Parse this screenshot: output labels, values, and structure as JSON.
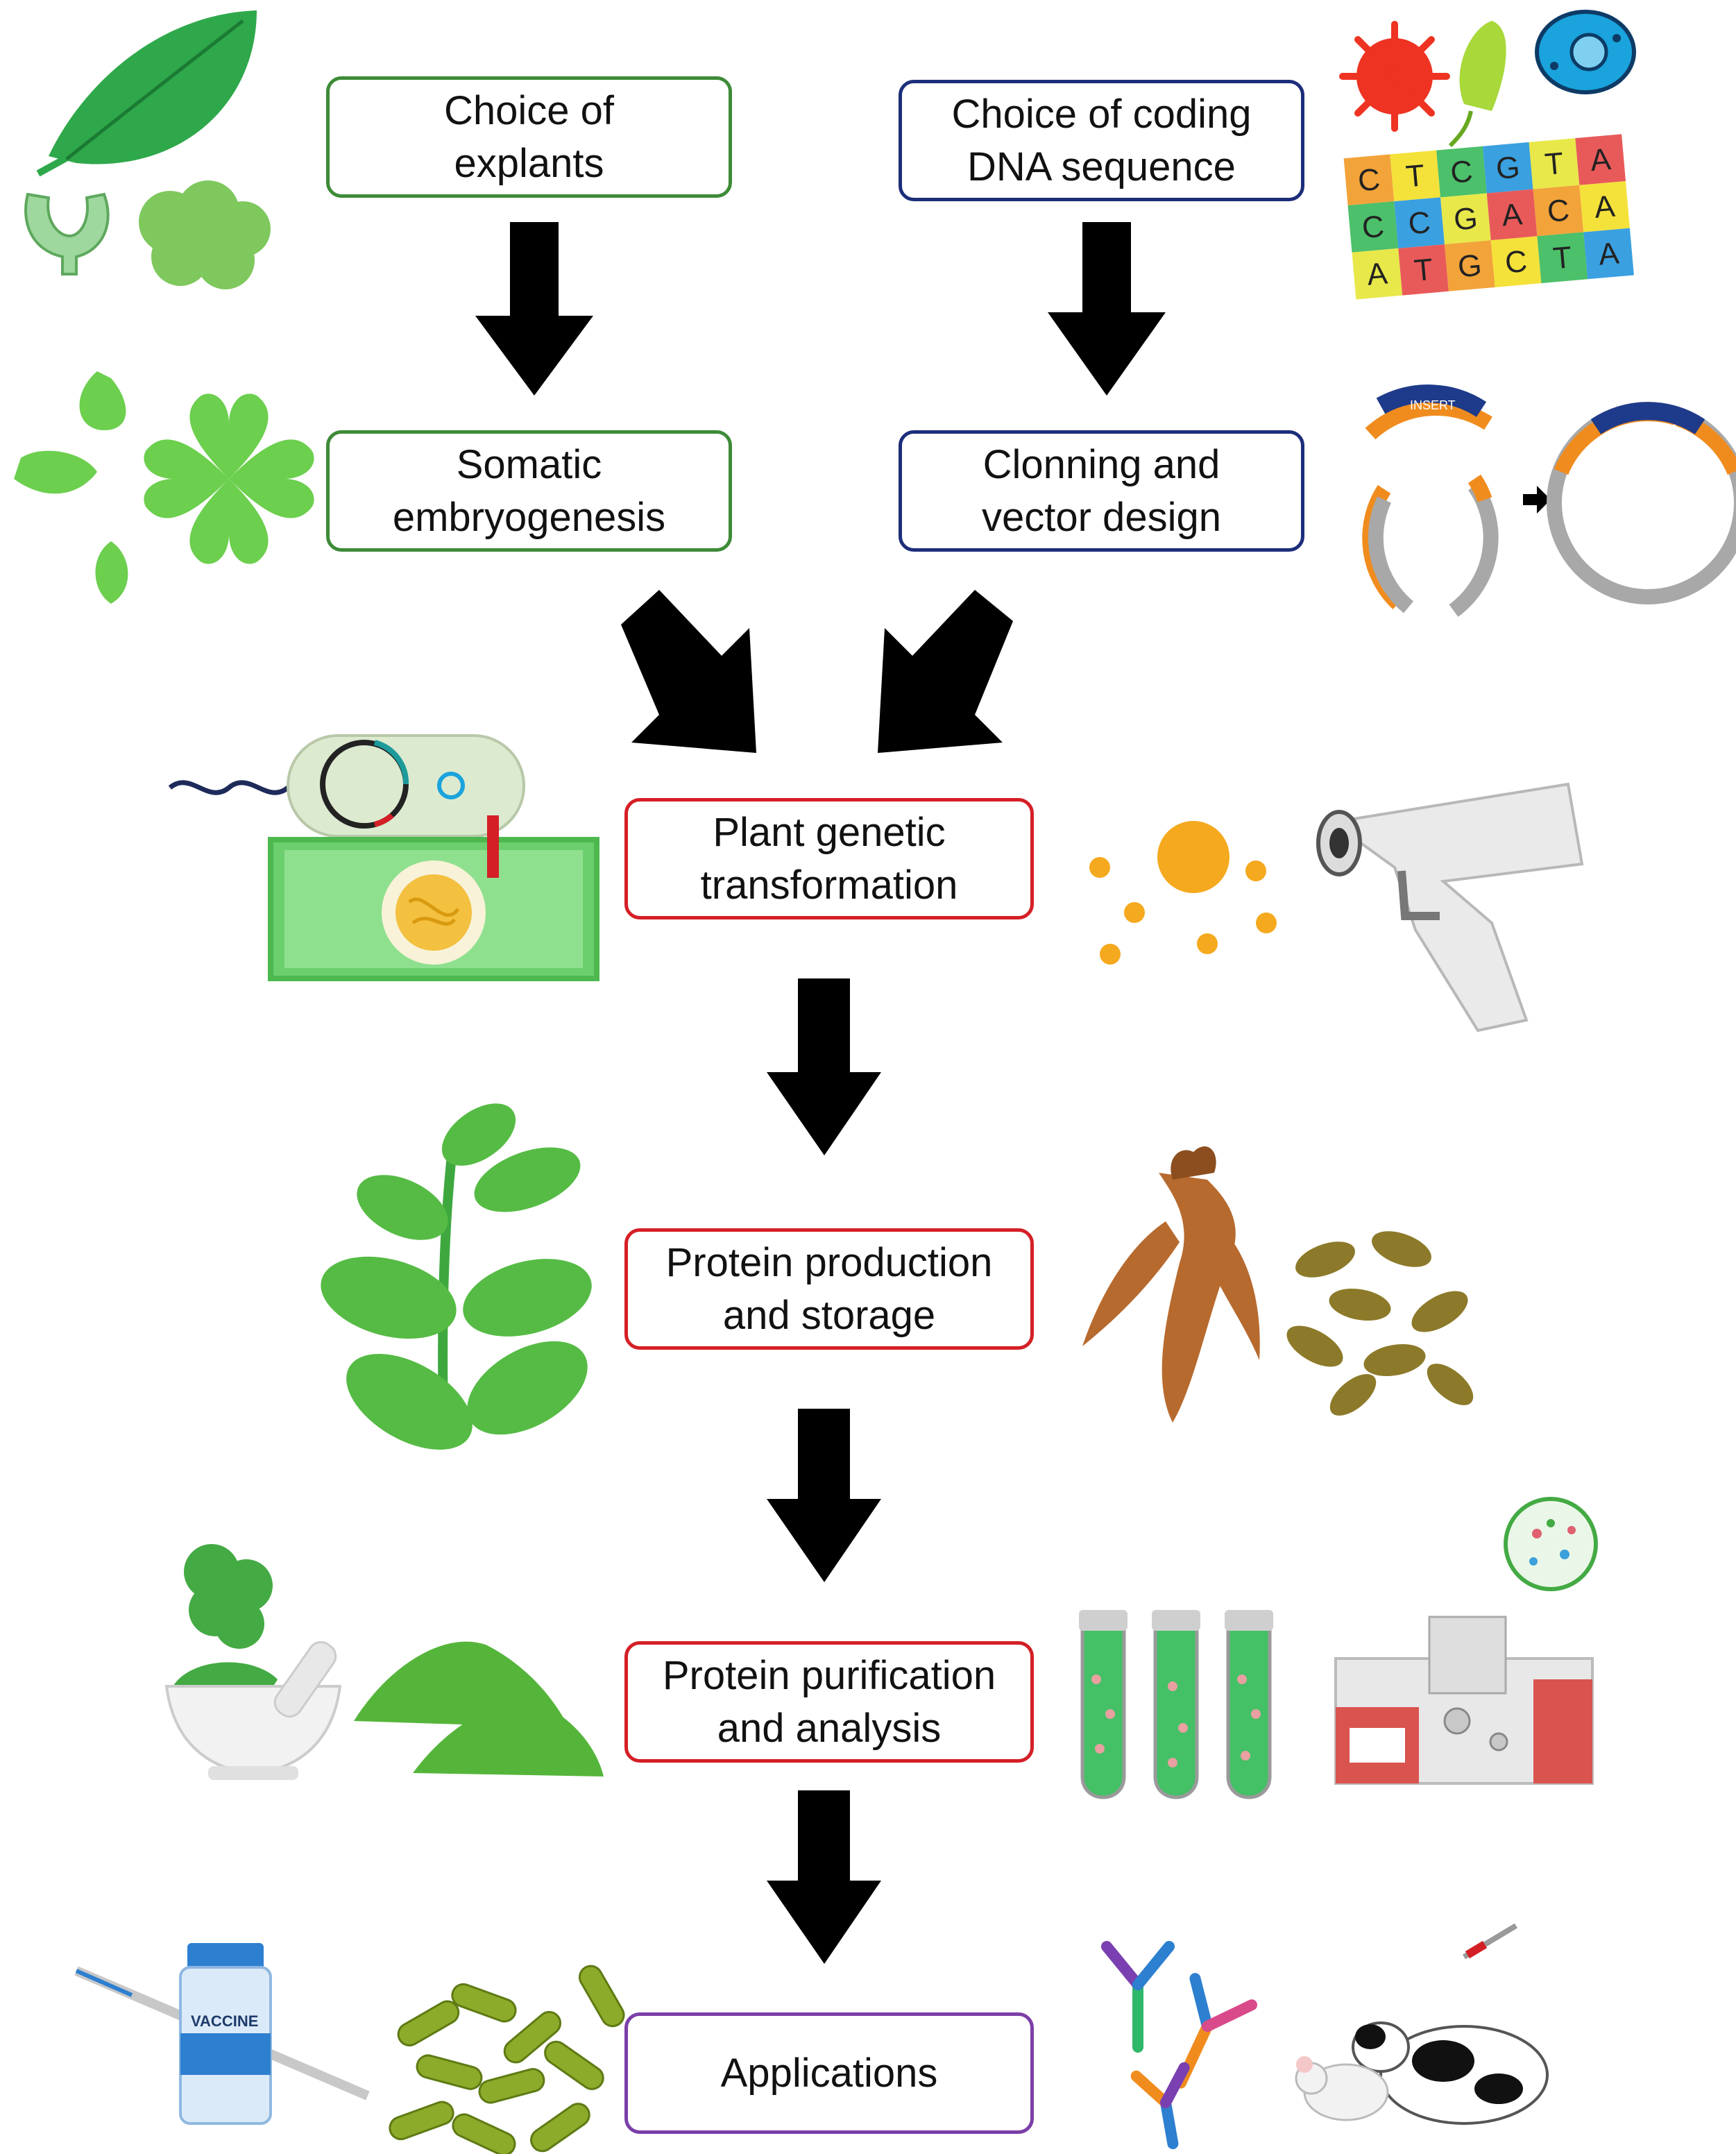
{
  "steps": {
    "explants": [
      "Choice of",
      "explants"
    ],
    "coding": [
      "Choice of coding",
      "DNA sequence"
    ],
    "somatic": [
      "Somatic",
      "embryogenesis"
    ],
    "cloning": [
      "Clonning and",
      "vector design"
    ],
    "transformation": [
      "Plant genetic",
      "transformation"
    ],
    "production": [
      "Protein production",
      "and storage"
    ],
    "purification": [
      "Protein purification",
      "and analysis"
    ],
    "applications": [
      "Applications"
    ]
  },
  "illustrations": {
    "dna_grid": [
      [
        "C",
        "T",
        "C",
        "G",
        "T",
        "A"
      ],
      [
        "C",
        "C",
        "G",
        "A",
        "C",
        "A"
      ],
      [
        "A",
        "T",
        "G",
        "C",
        "T",
        "A"
      ]
    ],
    "plasmid_label": "INSERT",
    "vaccine_label": "VACCINE"
  },
  "colors": {
    "left_branch": "#3d8b37",
    "right_branch": "#1c2e7a",
    "central_steps": "#d41f26",
    "applications": "#7b3fa8",
    "arrow": "#000000"
  }
}
